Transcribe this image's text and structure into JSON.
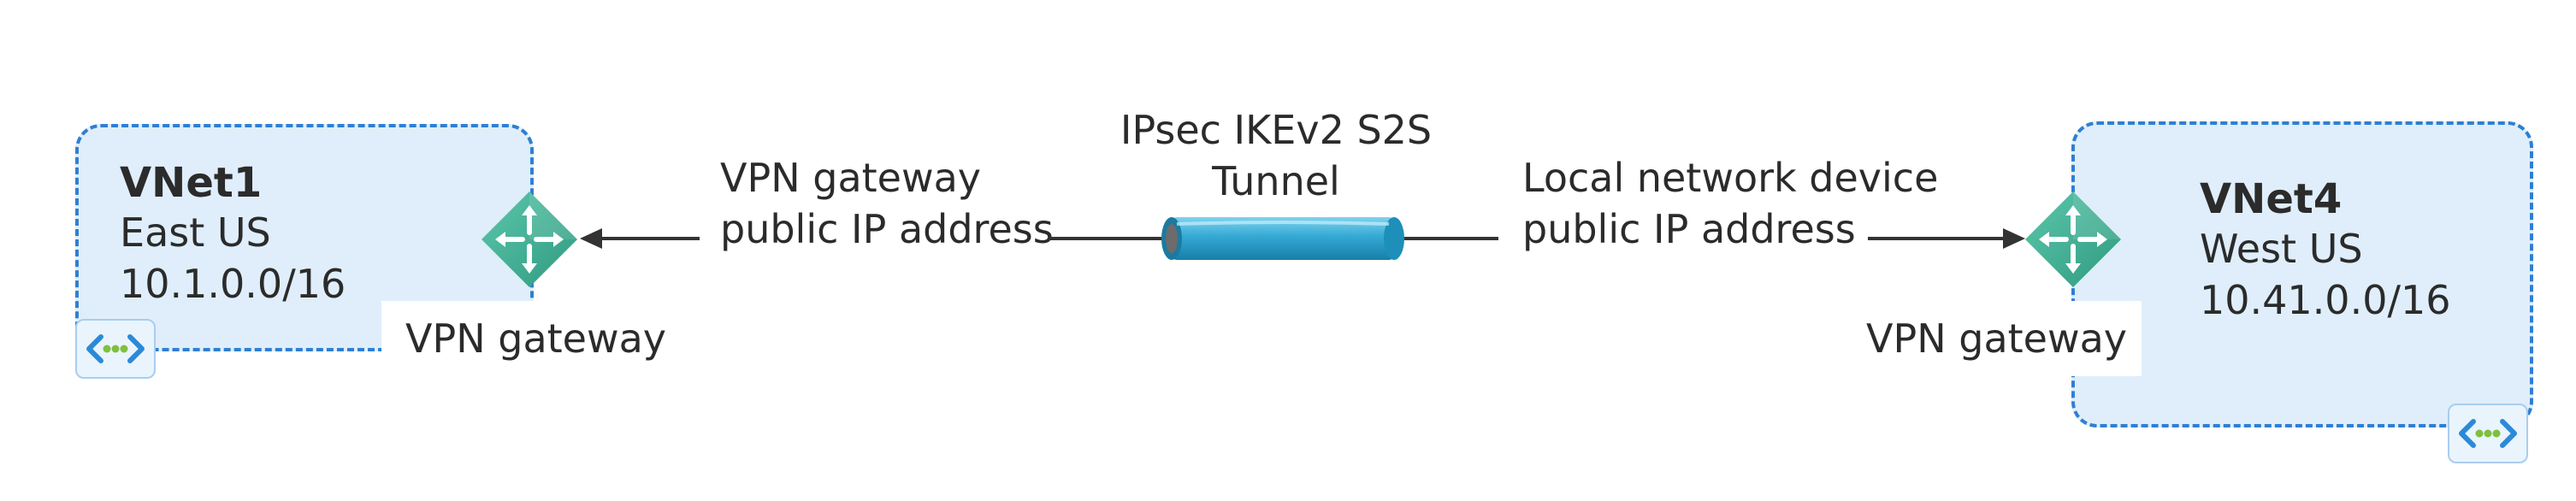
{
  "vnet_left": {
    "name": "VNet1",
    "region": "East US",
    "address_space": "10.1.0.0/16",
    "gateway_label": "VPN gateway"
  },
  "vnet_right": {
    "name": "VNet4",
    "region": "West US",
    "address_space": "10.41.0.0/16",
    "gateway_label": "VPN gateway"
  },
  "left_address": {
    "line1": "VPN gateway",
    "line2": "public IP address"
  },
  "tunnel": {
    "line1": "IPsec IKEv2 S2S",
    "line2": "Tunnel"
  },
  "right_address": {
    "line1": "Local network device",
    "line2": "public IP address"
  },
  "icons": {
    "gateway": "vpn-gateway-icon",
    "vnet": "virtual-network-icon",
    "tunnel": "tunnel-pipe-icon"
  },
  "colors": {
    "vnet_fill": "#dfeefa",
    "vnet_border": "#2f7fd2",
    "gateway_icon": "#3fae95",
    "tunnel": "#29a3cf",
    "connector": "#333333"
  }
}
